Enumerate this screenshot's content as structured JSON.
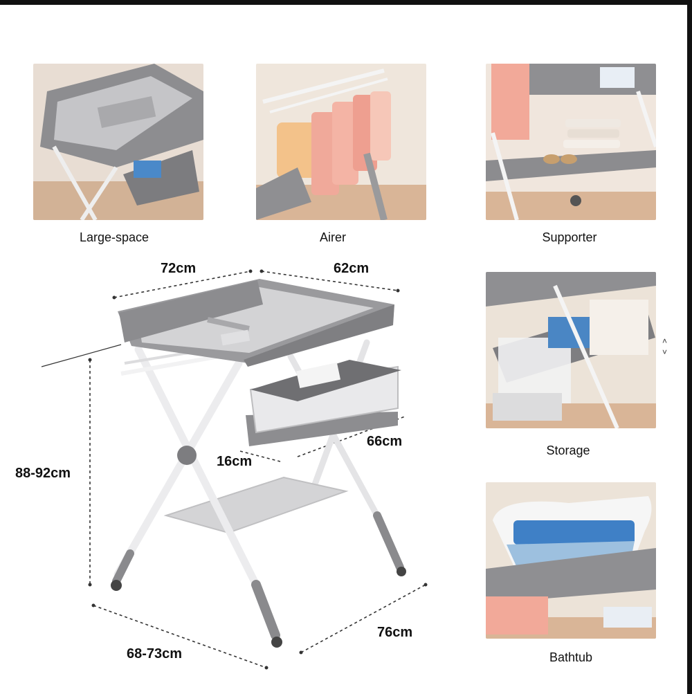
{
  "captions": {
    "large_space": "Large-space",
    "airer": "Airer",
    "supporter": "Supporter",
    "storage": "Storage",
    "bathtub": "Bathtub"
  },
  "dimensions": {
    "width_top": "72cm",
    "depth_top": "62cm",
    "height": "88-92cm",
    "basket_depth": "16cm",
    "basket_width": "66cm",
    "base_width": "68-73cm",
    "base_depth": "76cm"
  },
  "scroll": {
    "up": "˄",
    "down": "˅"
  },
  "colors": {
    "frame": "#e9e9ea",
    "tray": "#9b9b9d",
    "pad": "#c9c9cb",
    "floor": "#d9b394"
  }
}
